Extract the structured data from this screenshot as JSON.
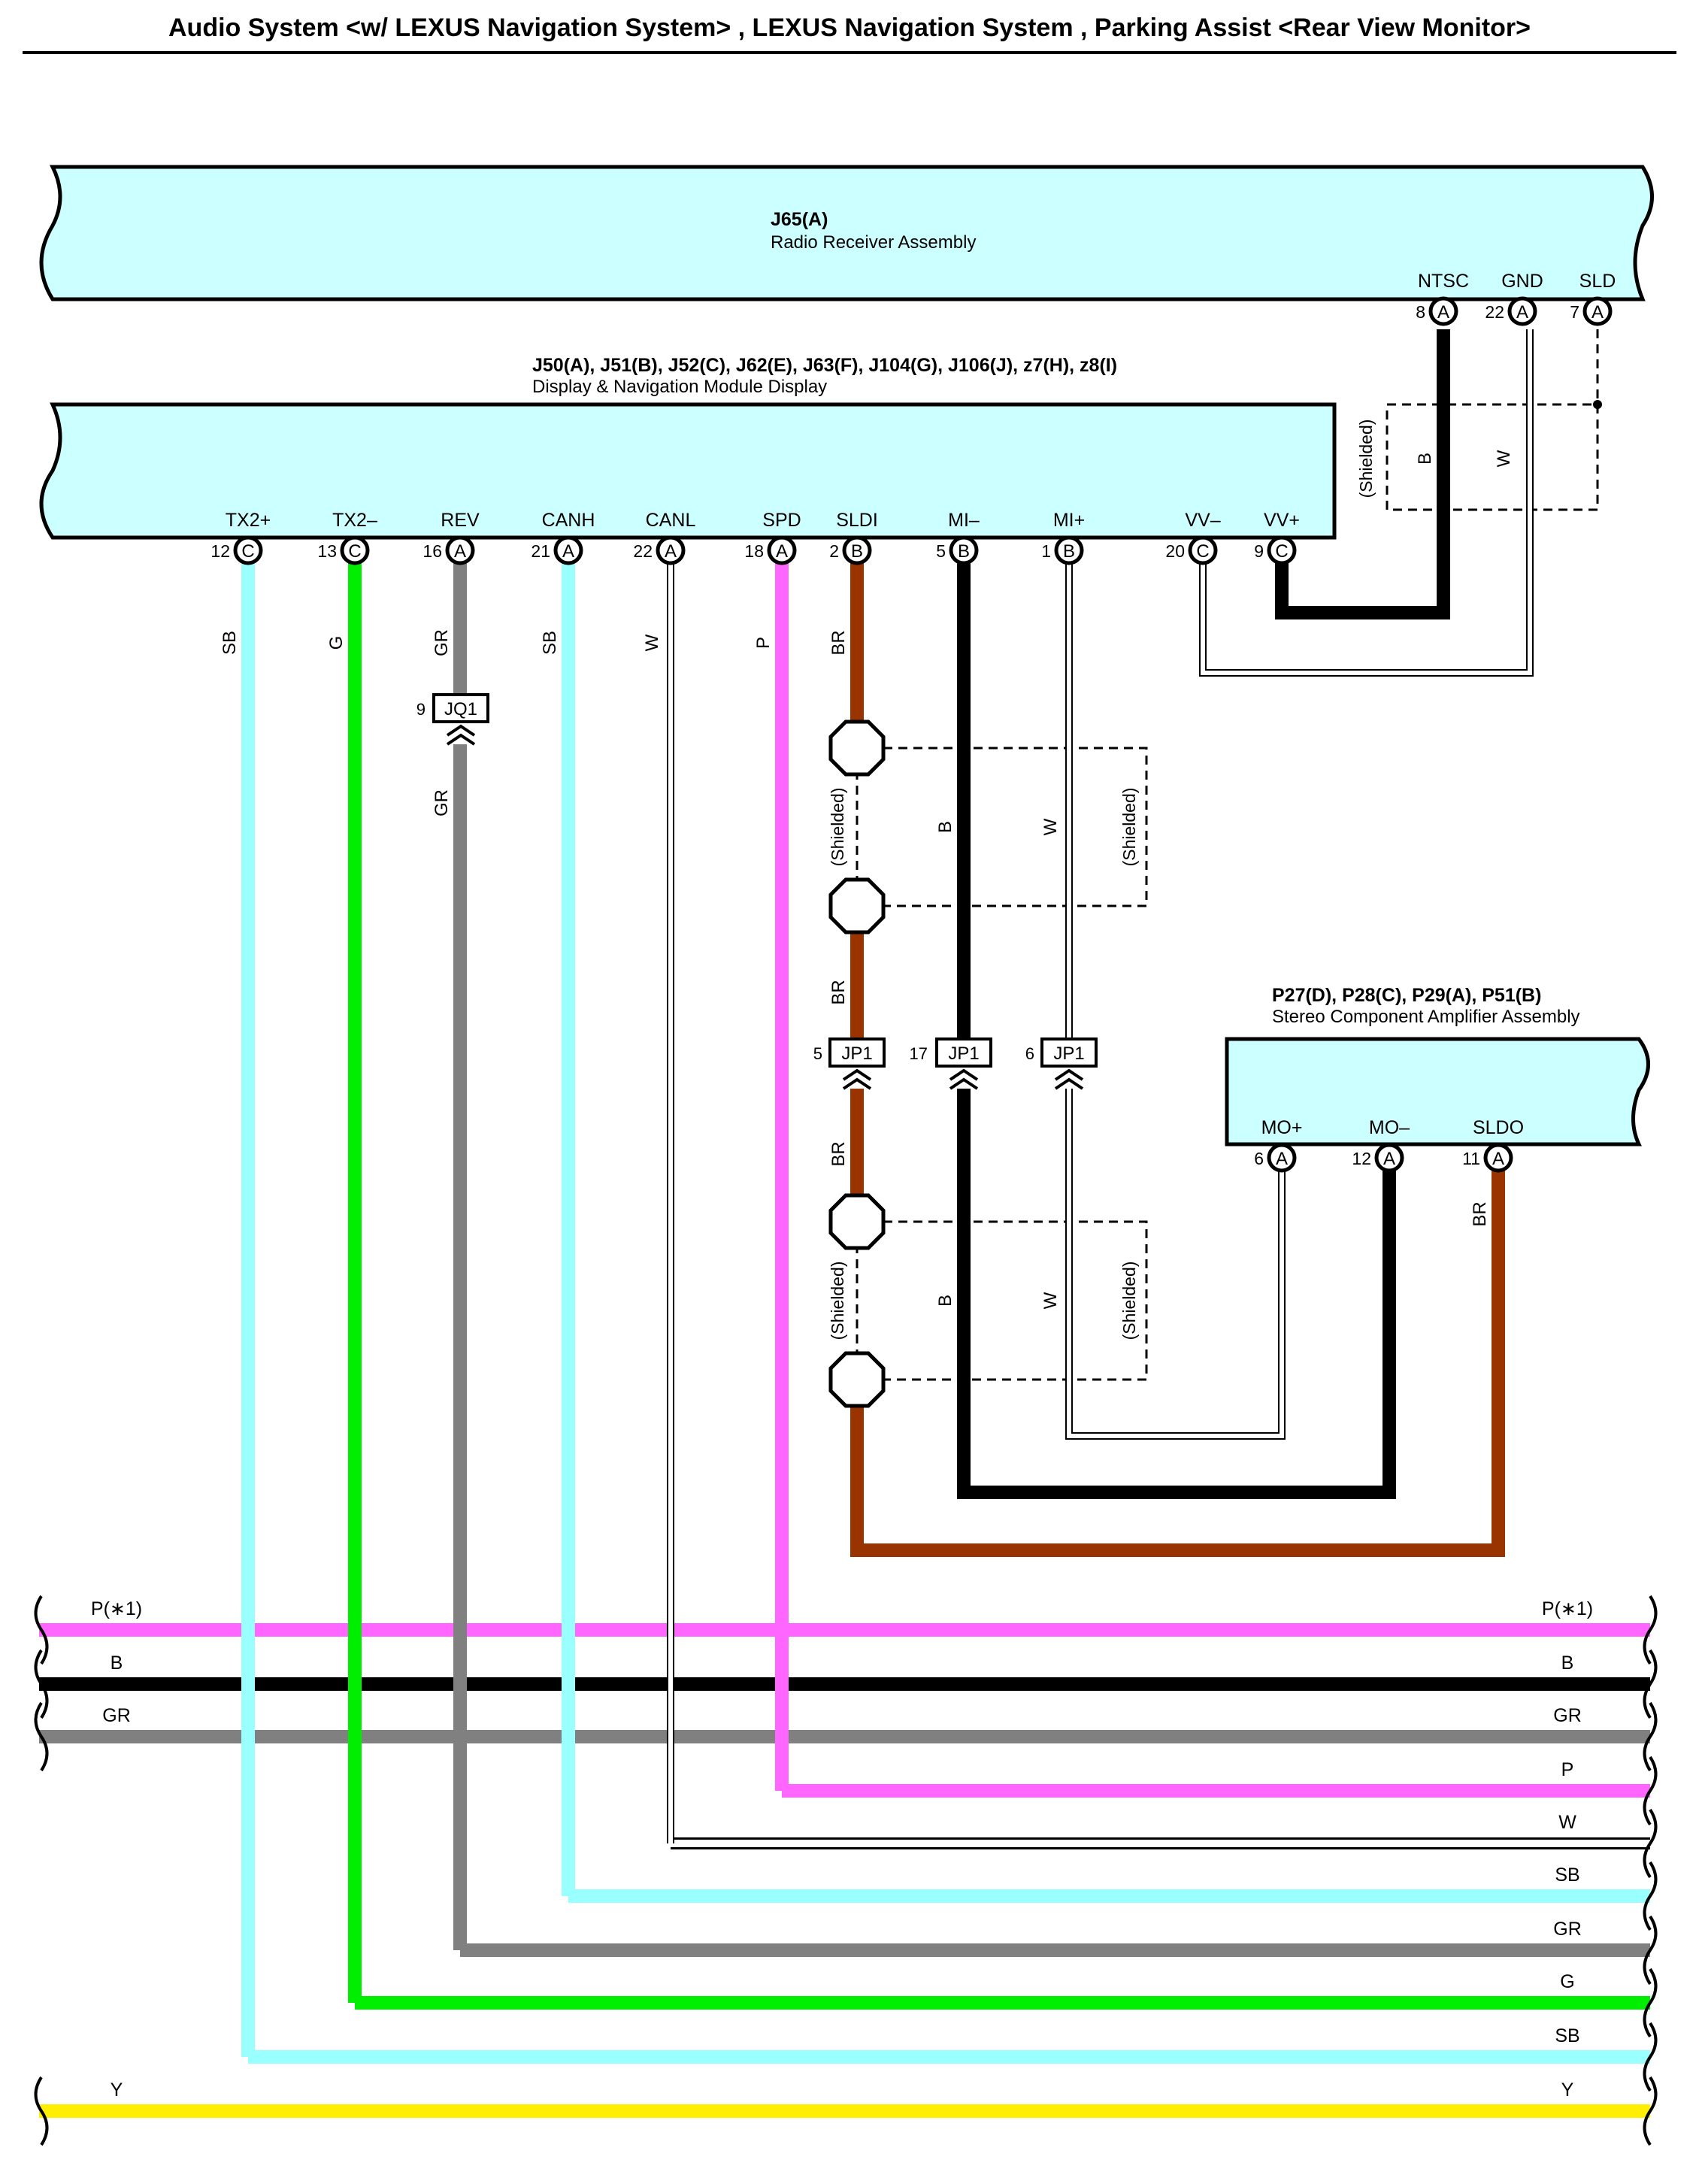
{
  "title": "Audio System <w/ LEXUS Navigation System> , LEXUS Navigation System , Parking Assist <Rear View Monitor>",
  "components": [
    {
      "id": "radio",
      "code": "J65(A)",
      "name": "Radio Receiver Assembly"
    },
    {
      "id": "display",
      "code": "J50(A), J51(B), J52(C), J62(E), J63(F), J104(G), J106(J), z7(H), z8(I)",
      "name": "Display & Navigation Module Display"
    },
    {
      "id": "amp",
      "code": "P27(D), P28(C), P29(A), P51(B)",
      "name": "Stereo Component Amplifier Assembly"
    }
  ],
  "pins": [
    {
      "comp": "radio",
      "label": "NTSC",
      "num": "8",
      "conn": "A"
    },
    {
      "comp": "radio",
      "label": "GND",
      "num": "22",
      "conn": "A"
    },
    {
      "comp": "radio",
      "label": "SLD",
      "num": "7",
      "conn": "A"
    },
    {
      "comp": "display",
      "label": "TX2+",
      "num": "12",
      "conn": "C"
    },
    {
      "comp": "display",
      "label": "TX2–",
      "num": "13",
      "conn": "C"
    },
    {
      "comp": "display",
      "label": "REV",
      "num": "16",
      "conn": "A"
    },
    {
      "comp": "display",
      "label": "CANH",
      "num": "21",
      "conn": "A"
    },
    {
      "comp": "display",
      "label": "CANL",
      "num": "22",
      "conn": "A"
    },
    {
      "comp": "display",
      "label": "SPD",
      "num": "18",
      "conn": "A"
    },
    {
      "comp": "display",
      "label": "SLDI",
      "num": "2",
      "conn": "B"
    },
    {
      "comp": "display",
      "label": "MI–",
      "num": "5",
      "conn": "B"
    },
    {
      "comp": "display",
      "label": "MI+",
      "num": "1",
      "conn": "B"
    },
    {
      "comp": "display",
      "label": "VV–",
      "num": "20",
      "conn": "C"
    },
    {
      "comp": "display",
      "label": "VV+",
      "num": "9",
      "conn": "C"
    },
    {
      "comp": "amp",
      "label": "MO+",
      "num": "6",
      "conn": "A"
    },
    {
      "comp": "amp",
      "label": "MO–",
      "num": "12",
      "conn": "A"
    },
    {
      "comp": "amp",
      "label": "SLDO",
      "num": "11",
      "conn": "A"
    }
  ],
  "junctions": [
    {
      "code": "JQ1",
      "num": "9"
    },
    {
      "code": "JP1",
      "num": "5"
    },
    {
      "code": "JP1",
      "num": "17"
    },
    {
      "code": "JP1",
      "num": "6"
    }
  ],
  "shield_label": "(Shielded)",
  "wire_colors": {
    "SB": "#99ffff",
    "G": "#00ee00",
    "GR": "#808080",
    "W": "#ffffff",
    "P": "#ff66ff",
    "BR": "#993300",
    "B": "#000000",
    "Y": "#ffee00"
  },
  "wire_labels": {
    "tx2p": "SB",
    "tx2m": "G",
    "rev_top": "GR",
    "rev_bottom": "GR",
    "canh": "SB",
    "canl": "W",
    "spd": "P",
    "sldi_1": "BR",
    "sldi_2": "BR",
    "sldi_3": "BR",
    "mim_1": "B",
    "mim_2": "B",
    "mip_1": "W",
    "mip_2": "W",
    "ntsc": "B",
    "gnd": "W",
    "sldo": "BR"
  },
  "bus_lines": [
    {
      "left": "P(∗1)",
      "right": "P(∗1)",
      "color": "P"
    },
    {
      "left": "B",
      "right": "B",
      "color": "B"
    },
    {
      "left": "GR",
      "right": "GR",
      "color": "GR"
    },
    {
      "left": "",
      "right": "P",
      "color": "P"
    },
    {
      "left": "",
      "right": "W",
      "color": "W"
    },
    {
      "left": "",
      "right": "SB",
      "color": "SB"
    },
    {
      "left": "",
      "right": "GR",
      "color": "GR"
    },
    {
      "left": "",
      "right": "G",
      "color": "G"
    },
    {
      "left": "",
      "right": "SB",
      "color": "SB"
    },
    {
      "left": "Y",
      "right": "Y",
      "color": "Y"
    }
  ]
}
